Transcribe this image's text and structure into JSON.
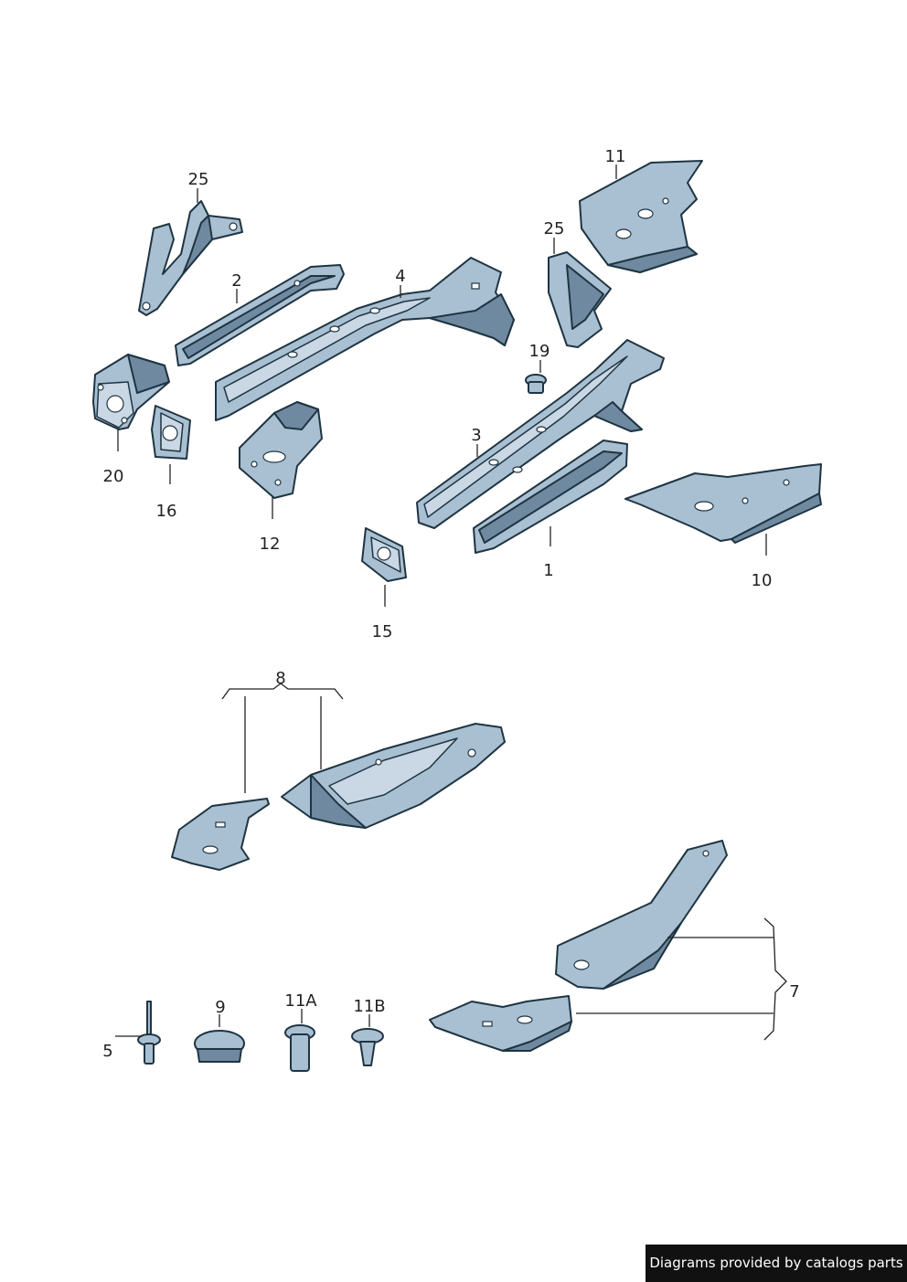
{
  "callouts": {
    "c1": "1",
    "c2": "2",
    "c3": "3",
    "c4": "4",
    "c5": "5",
    "c7": "7",
    "c8": "8",
    "c9": "9",
    "c10": "10",
    "c11": "11",
    "c11a": "11A",
    "c11b": "11B",
    "c12": "12",
    "c15": "15",
    "c16": "16",
    "c19": "19",
    "c20": "20",
    "c25a": "25",
    "c25b": "25"
  },
  "colors": {
    "part_fill": "#a9c0d2",
    "part_shadow": "#6f8aa0",
    "outline": "#1f3442",
    "banner": "#111111"
  },
  "footer": {
    "text": "Diagrams provided by catalogs parts"
  }
}
